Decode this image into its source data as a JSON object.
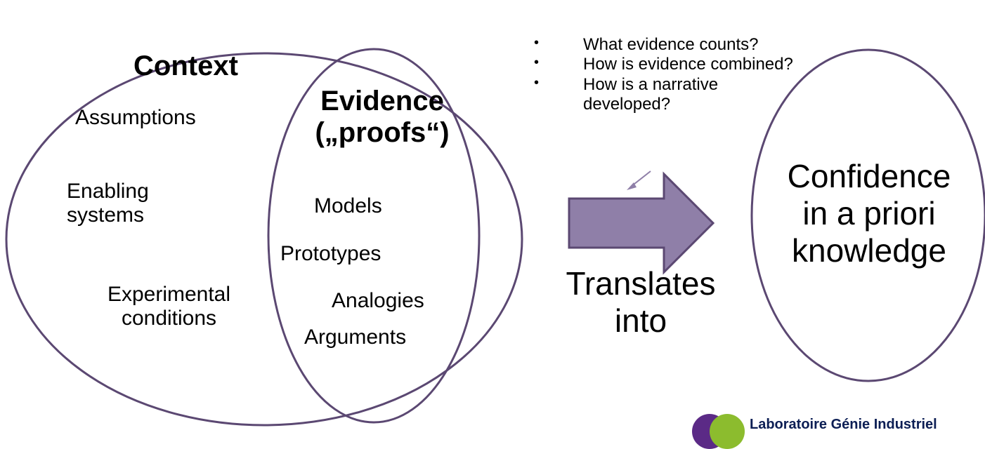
{
  "diagram": {
    "context": {
      "title": "Context",
      "items": [
        "Assumptions",
        "Enabling systems",
        "Experimental conditions"
      ]
    },
    "evidence": {
      "title_line1": "Evidence",
      "title_line2": "(„proofs“)",
      "items": [
        "Models",
        "Prototypes",
        "Analogies",
        "Arguments"
      ]
    },
    "questions": [
      "What evidence counts?",
      "How is evidence combined?",
      "How is a narrative developed?"
    ],
    "arrow_label": "Translates into",
    "outcome": "Confidence in a priori knowledge",
    "colors": {
      "outline": "#5b4872",
      "arrow_fill": "#8f7fa8",
      "arrow_stroke": "#5b4872",
      "pointer": "#8f7fa8"
    }
  },
  "logo": {
    "text": "Laboratoire Génie Industriel",
    "colors": {
      "purple": "#5b2a86",
      "green": "#8cbc2e",
      "text": "#0c1e54"
    }
  }
}
